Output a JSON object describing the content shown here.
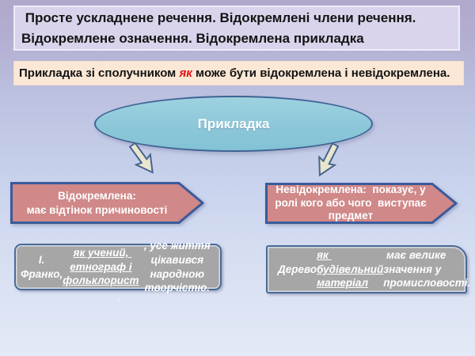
{
  "slide": {
    "title": " Просте ускладнене речення. Відокремлені члени речення.\nВідокремлене означення. Відокремлена прикладка",
    "note_segments": [
      {
        "text": "Прикладка зі сполучником "
      },
      {
        "text": "як",
        "cls": "red-it"
      },
      {
        "text": " може бути відокремлена і невідокремлена."
      }
    ],
    "root_label": "Прикладка",
    "left_branch_label": "Відокремлена:\nмає відтінок причиновості",
    "right_branch_label": "Невідокремлена:  показує, у\nролі кого або чого  виступає\nпредмет",
    "left_example_segments": [
      {
        "text": "І. Франко, "
      },
      {
        "text": "як учений, етнограф і\nфольклорист",
        "u": true
      },
      {
        "text": ", усе життя цікавився\nнародною творчістю."
      }
    ],
    "right_example_segments": [
      {
        "text": "Дерево "
      },
      {
        "text": "як будівельний\nматеріал",
        "u": true
      },
      {
        "text": " має велике значення у\nпромисловості."
      }
    ],
    "stray_dot": ".",
    "icons": {
      "left_connector": "arrow-down-left-icon",
      "right_connector": "arrow-down-right-icon"
    },
    "colors": {
      "background_top": "#b1a8cb",
      "background_bottom": "#e3e9f6",
      "title_box_fill": "#d9d4eb",
      "note_box_fill": "#fbe7d6",
      "note_highlight_red": "#e01212",
      "ellipse_fill": "#8cc7d9",
      "shape_border_blue": "#3f6394",
      "branch_fill_pink": "#d08888",
      "example_fill_gray": "#a6a6a6",
      "arrow_fill_cream": "#eae6cd",
      "text_light": "#ffffff",
      "text_dark": "#141414"
    }
  }
}
